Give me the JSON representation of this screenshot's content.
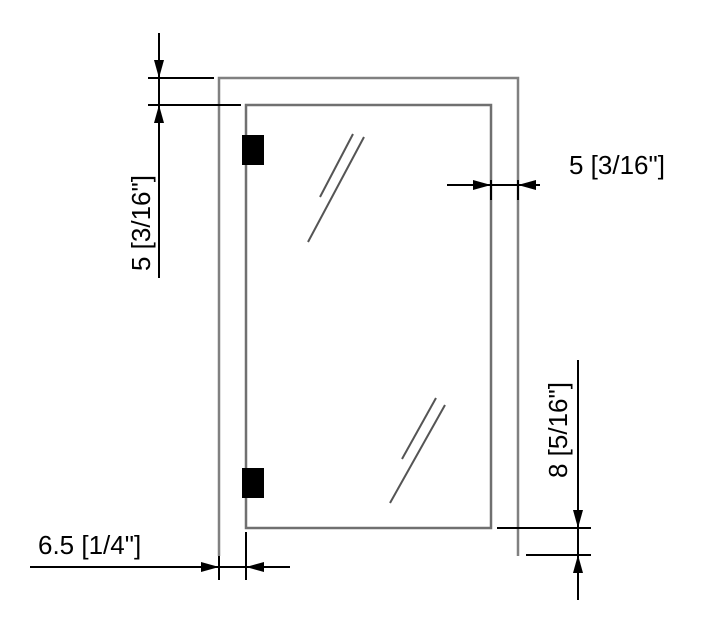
{
  "diagram": {
    "dimensions": {
      "top_gap": "5 [3/16\"]",
      "side_gap": "5 [3/16\"]",
      "bottom_gap": "8 [5/16\"]",
      "hinge_side_gap": "6.5 [1/4\"]"
    },
    "colors": {
      "frame": "#808080",
      "door": "#707070",
      "dimension": "#000000"
    }
  }
}
